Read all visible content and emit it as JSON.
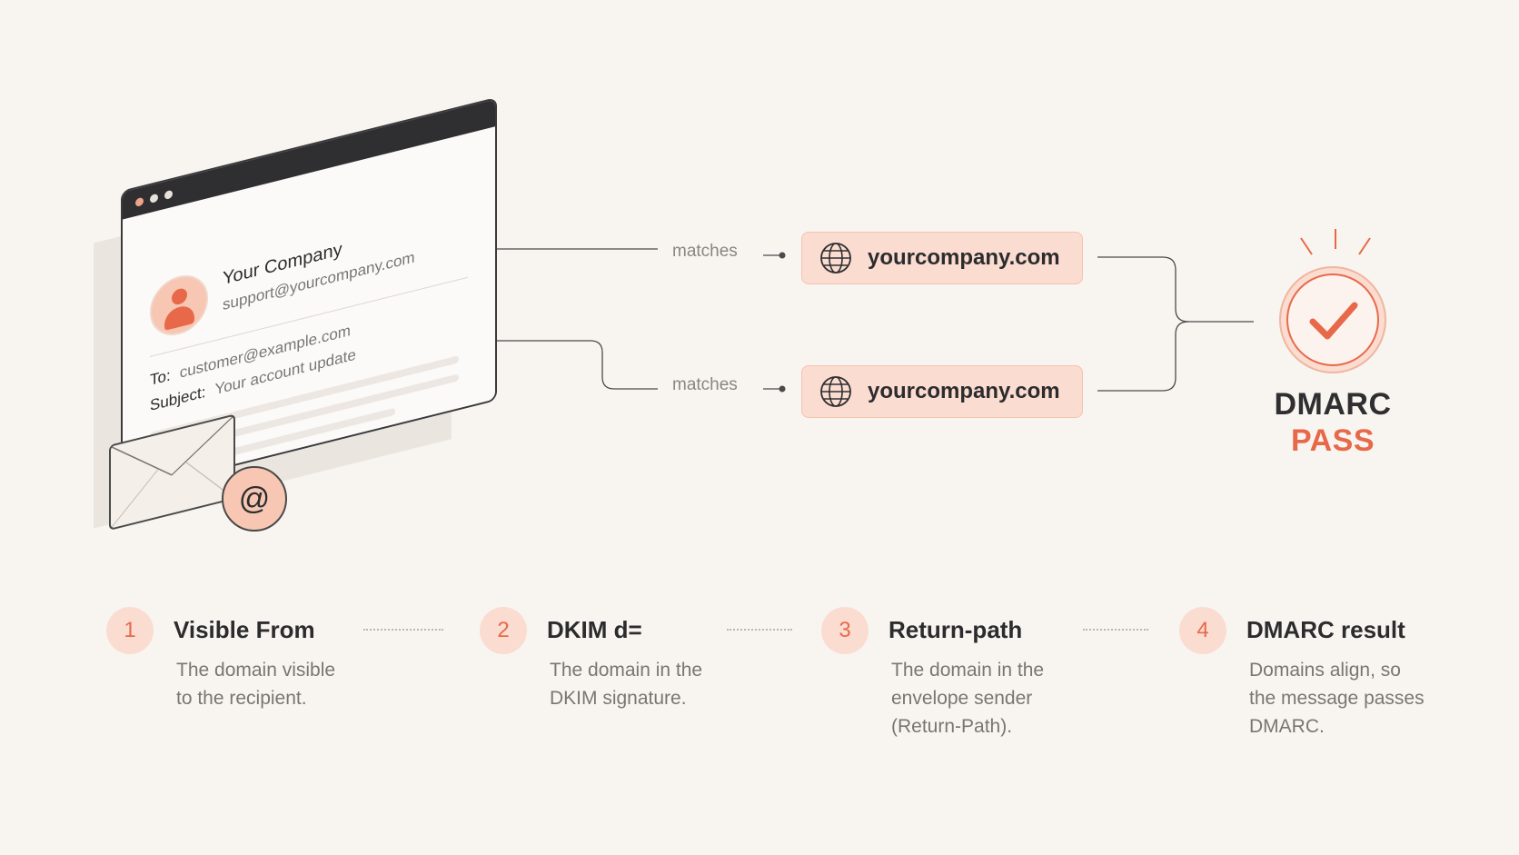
{
  "email": {
    "sender_name": "Your Company",
    "sender_email": "support@yourcompany.com",
    "to_label": "To:",
    "to_value": "customer@example.com",
    "subject_label": "Subject:",
    "subject_value": "Your account update",
    "at_symbol": "@"
  },
  "connections": [
    {
      "label": "matches",
      "domain": "yourcompany.com"
    },
    {
      "label": "matches",
      "domain": "yourcompany.com"
    }
  ],
  "result": {
    "title": "DMARC",
    "status": "PASS"
  },
  "steps": [
    {
      "number": "1",
      "title": "Visible From",
      "description": "The domain visible\nto the recipient."
    },
    {
      "number": "2",
      "title": "DKIM d=",
      "description": "The domain in the\nDKIM signature."
    },
    {
      "number": "3",
      "title": "Return-path",
      "description": "The domain in the\nenvelope sender\n(Return-Path)."
    },
    {
      "number": "4",
      "title": "DMARC result",
      "description": "Domains align, so\nthe message passes\nDMARC."
    }
  ],
  "colors": {
    "accent": "#e8694a",
    "accent_light": "#fbdcd0",
    "dark": "#2f2f31",
    "background": "#f8f5f1"
  }
}
